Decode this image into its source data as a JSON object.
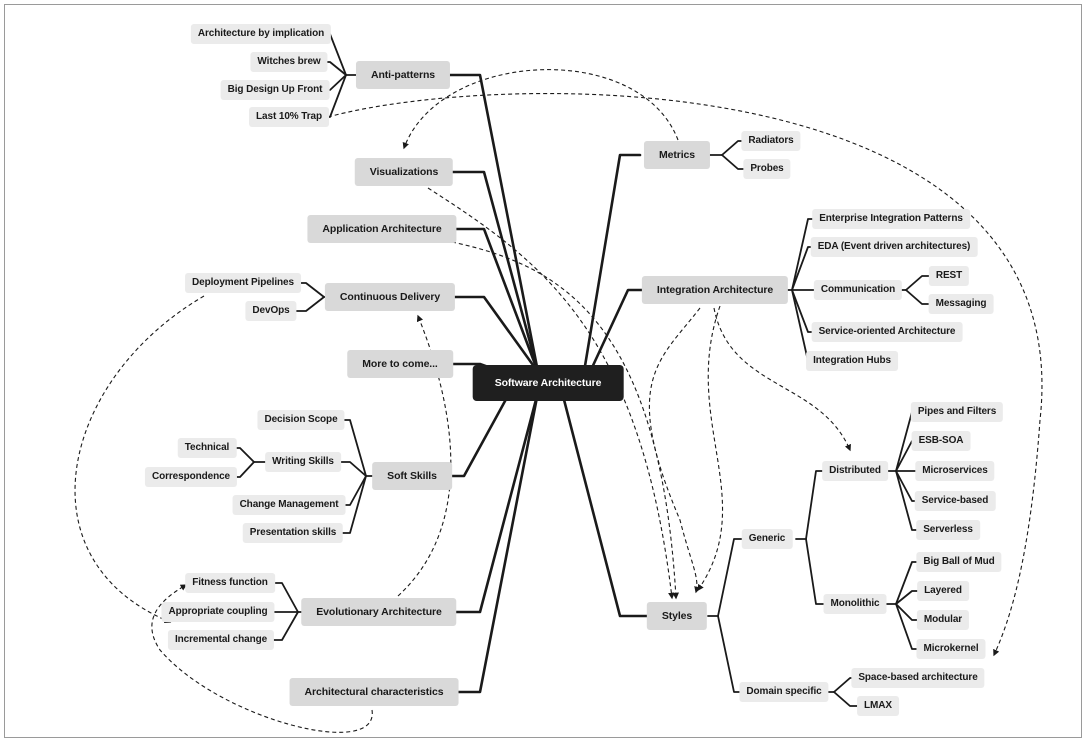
{
  "diagram": {
    "root": "Software Architecture",
    "left_branches": {
      "anti_patterns": {
        "label": "Anti-patterns",
        "children": [
          "Architecture by implication",
          "Witches brew",
          "Big Design Up Front",
          "Last 10% Trap"
        ]
      },
      "visualizations": {
        "label": "Visualizations"
      },
      "application_architecture": {
        "label": "Application Architecture"
      },
      "continuous_delivery": {
        "label": "Continuous Delivery",
        "children": [
          "Deployment Pipelines",
          "DevOps"
        ]
      },
      "more_to_come": {
        "label": "More to come..."
      },
      "soft_skills": {
        "label": "Soft Skills",
        "children": [
          "Decision Scope",
          "Writing Skills",
          "Change Management",
          "Presentation skills"
        ],
        "writing_skills_children": [
          "Technical",
          "Correspondence"
        ]
      },
      "evolutionary_architecture": {
        "label": "Evolutionary Architecture",
        "children": [
          "Fitness function",
          "Appropriate coupling",
          "Incremental change"
        ]
      },
      "architectural_characteristics": {
        "label": "Architectural characteristics"
      }
    },
    "right_branches": {
      "metrics": {
        "label": "Metrics",
        "children": [
          "Radiators",
          "Probes"
        ]
      },
      "integration_architecture": {
        "label": "Integration Architecture",
        "children": [
          "Enterprise Integration Patterns",
          "EDA (Event driven architectures)",
          "Communication",
          "Service-oriented Architecture",
          "Integration Hubs"
        ],
        "communication_children": [
          "REST",
          "Messaging"
        ]
      },
      "styles": {
        "label": "Styles",
        "generic": {
          "label": "Generic",
          "distributed": {
            "label": "Distributed",
            "children": [
              "Pipes and Filters",
              "ESB-SOA",
              "Microservices",
              "Service-based",
              "Serverless"
            ]
          },
          "monolithic": {
            "label": "Monolithic",
            "children": [
              "Big Ball of Mud",
              "Layered",
              "Modular",
              "Microkernel"
            ]
          }
        },
        "domain_specific": {
          "label": "Domain specific",
          "children": [
            "Space-based architecture",
            "LMAX"
          ]
        }
      }
    }
  }
}
